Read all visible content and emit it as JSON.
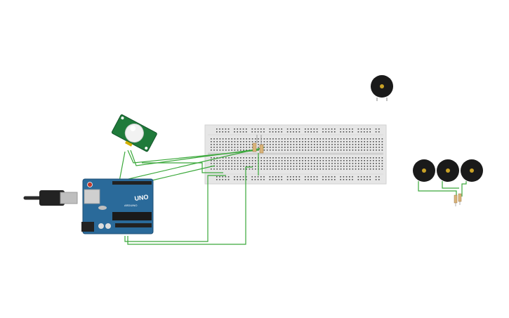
{
  "canvas": {
    "background": "#ffffff"
  },
  "arduino": {
    "model_label": "UNO",
    "brand_label": "ARDUINO",
    "board_color": "#2a6a9a"
  },
  "pir_sensor": {
    "board_color": "#1f7a3a",
    "dome_color": "#f2f2f2"
  },
  "breadboard": {
    "color": "#e6e6e6",
    "hole_color": "#4a4a4a"
  },
  "buzzers": {
    "body_color": "#1a1a1a",
    "center_color": "#c9a227",
    "count": 4
  },
  "wires": {
    "color": "#3aa83a"
  },
  "resistors": {
    "body_color": "#d9b37a"
  }
}
